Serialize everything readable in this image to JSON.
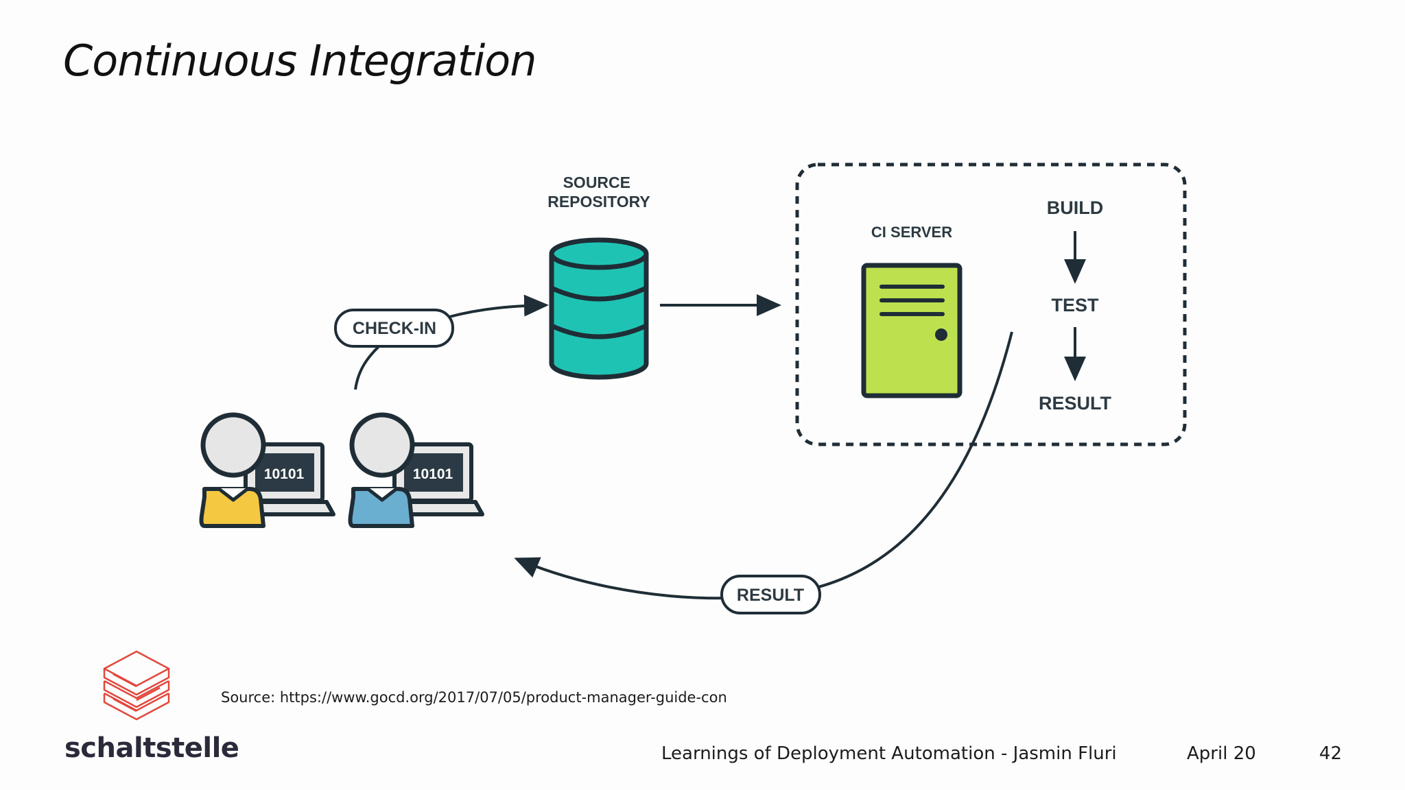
{
  "slide": {
    "title": "Continuous Integration",
    "source_note": "Source: https://www.gocd.org/2017/07/05/product-manager-guide-con",
    "brand_name": "schaltstelle",
    "footer": {
      "talk": "Learnings of Deployment Automation - Jasmin Fluri",
      "date": "April 20",
      "page": "42"
    }
  },
  "diagram": {
    "source_repository_lines": [
      "SOURCE",
      "REPOSITORY"
    ],
    "check_in_label": "CHECK-IN",
    "ci_server_label": "CI SERVER",
    "pipeline_steps": [
      "BUILD",
      "TEST",
      "RESULT"
    ],
    "feedback_label": "RESULT",
    "developers": [
      {
        "screen_text": "10101",
        "shirt_color": "#f5c842"
      },
      {
        "screen_text": "10101",
        "shirt_color": "#6aaed0"
      }
    ],
    "colors": {
      "outline": "#1f2d36",
      "database": "#1fc3b3",
      "server": "#bde04f",
      "head": "#e6e6e6",
      "laptop_frame": "#e8e8e8",
      "laptop_screen": "#2b3a44",
      "logo": "#e2473c"
    }
  }
}
